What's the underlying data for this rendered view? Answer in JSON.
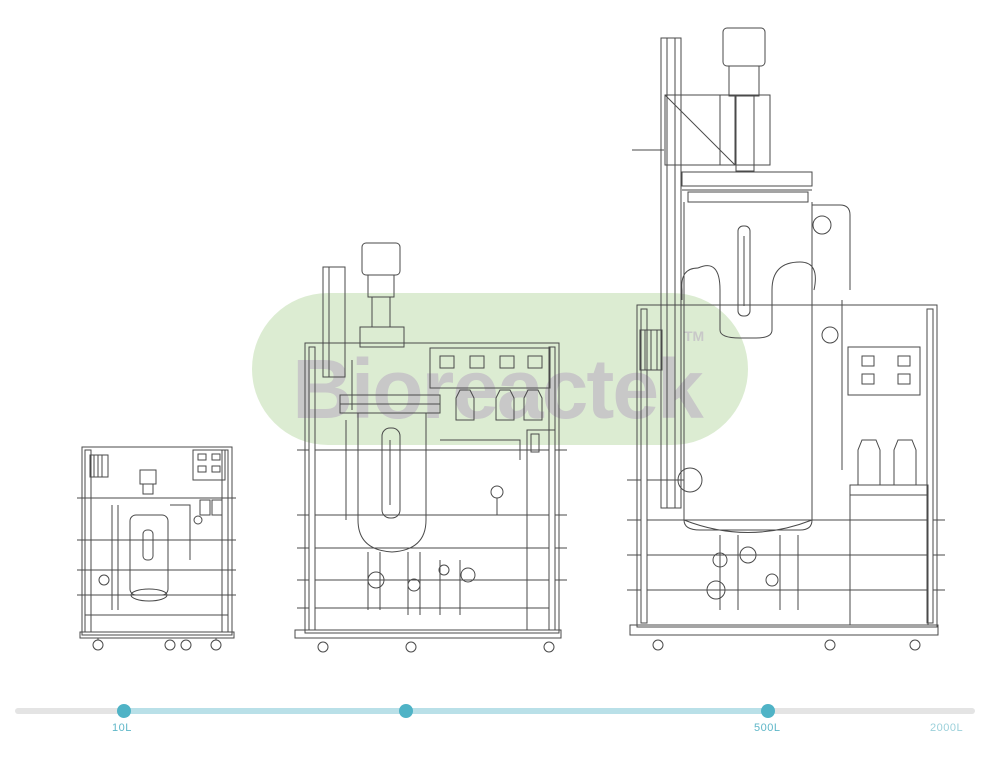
{
  "watermark": {
    "text": "Bioreactek",
    "trademark": "TM",
    "colors": {
      "blob": "#dcecd2",
      "text": "#c8c8c8"
    }
  },
  "equipment": [
    {
      "id": "small",
      "name_icon": "bioreactor-small-icon"
    },
    {
      "id": "medium",
      "name_icon": "bioreactor-medium-icon"
    },
    {
      "id": "large",
      "name_icon": "bioreactor-large-icon"
    }
  ],
  "scale": {
    "labels": [
      "10L",
      "500L",
      "2000L"
    ],
    "colors": {
      "track": "#e4e4e4",
      "active": "#b9e0e8",
      "node": "#4fb3c6",
      "label_active": "#5fb7c8",
      "label_end": "#9bd0da"
    }
  },
  "colors": {
    "line": "#4a4a4a"
  }
}
